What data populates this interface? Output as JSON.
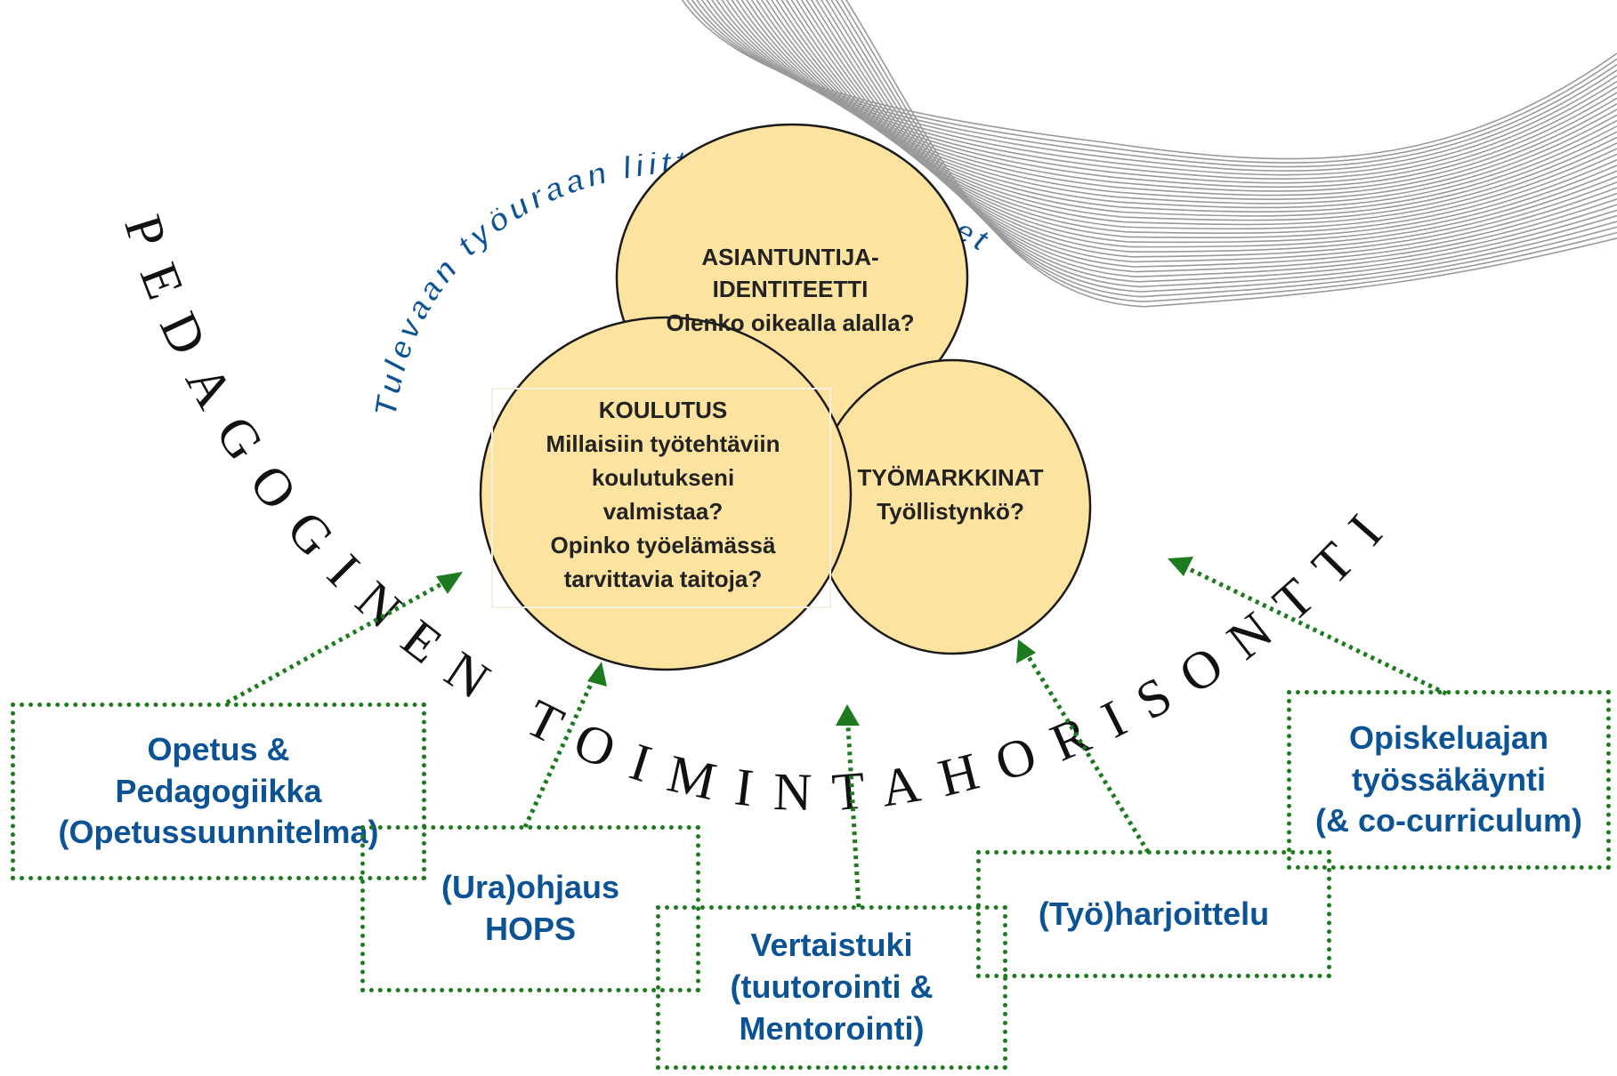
{
  "arc_text": {
    "outer": "PEDAGOGINEN TOIMINTAHORISONTTI",
    "inner": "Tulevaan työuraan liittyvät kysymykset"
  },
  "circles": {
    "identity": {
      "title": "ASIANTUNTIJA-",
      "title2": "IDENTITEETTI",
      "question": "Olenko oikealla alalla?"
    },
    "education": {
      "title": "KOULUTUS",
      "lines": [
        "Millaisiin työtehtäviin",
        "koulutukseni",
        "valmistaa?",
        "Opinko työelämässä",
        "tarvittavia taitoja?"
      ]
    },
    "labor_market": {
      "title": "TYÖMARKKINAT",
      "question": "Työllistynkö?"
    }
  },
  "boxes": {
    "teaching": [
      "Opetus &",
      "Pedagogiikka",
      "(Opetussuunnitelma)"
    ],
    "guidance": [
      "(Ura)ohjaus",
      "HOPS"
    ],
    "peer_support": [
      "Vertaistuki",
      "(tuutorointi &",
      "Mentorointi)"
    ],
    "internship": [
      "(Työ)harjoittelu"
    ],
    "work_during_studies": [
      "Opiskeluajan",
      "työssäkäynti",
      "(& co-curriculum)"
    ]
  },
  "colors": {
    "circle_fill": "#fde3a0",
    "circle_stroke": "#1a1a1a",
    "box_border": "#1e7a1e",
    "box_text": "#0b5394",
    "inner_arc_text": "#0b5394",
    "outer_arc_text": "#111111",
    "ribbon": "#9a9a9a"
  }
}
